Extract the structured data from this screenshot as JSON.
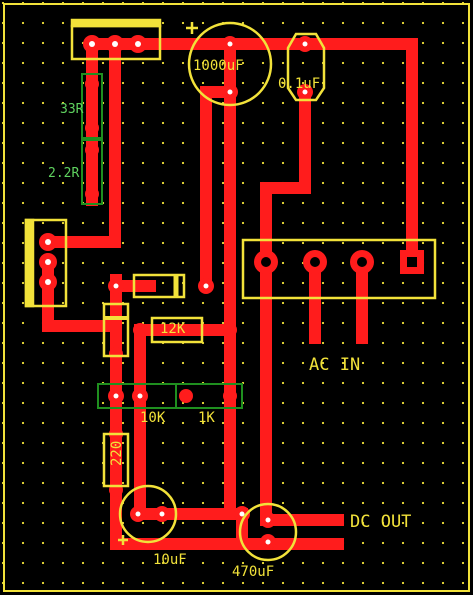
{
  "labels": {
    "cap_main": "1000uF",
    "cap_filter": "0.1uF",
    "r33": "33R",
    "r22": "2.2R",
    "r12k": "12K",
    "r10k": "10K",
    "r1k": "1K",
    "r220": "220",
    "cap_small": "10uF",
    "cap_out": "470uF",
    "ac_in": "AC IN",
    "dc_out": "DC OUT",
    "plus": "+"
  },
  "colors": {
    "trace": "#ff1c1c",
    "silk": "#f2e23a",
    "pad_hole": "#ffffff",
    "green": "#1f8f1f",
    "background": "#000000"
  }
}
